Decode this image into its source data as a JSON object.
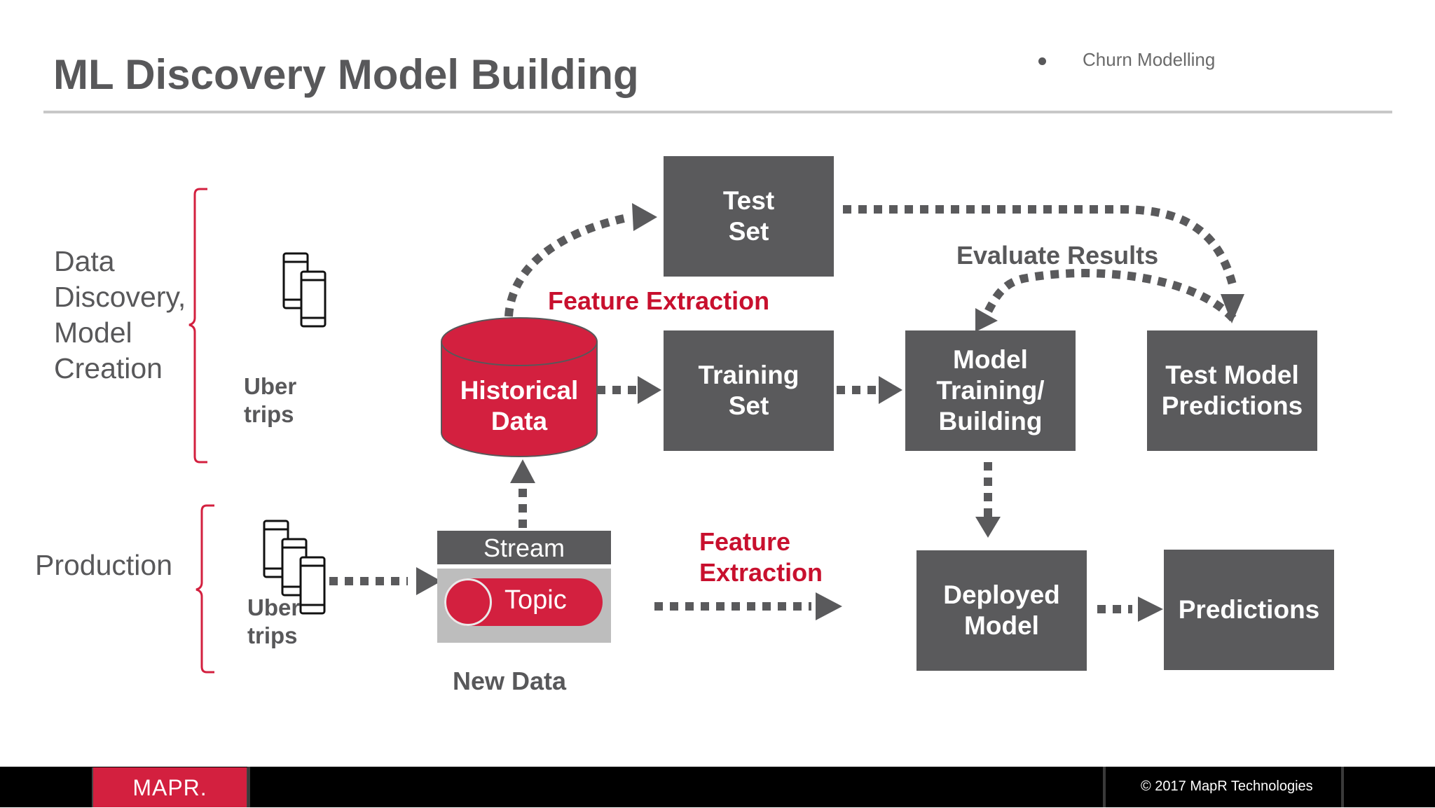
{
  "slide": {
    "title": "ML Discovery Model Building",
    "bullet": "Churn Modelling"
  },
  "groups": {
    "discovery": "Data\nDiscovery,\nModel\nCreation",
    "production": "Production"
  },
  "phones": {
    "top_label": "Uber\ntrips",
    "bottom_label": "Uber\ntrips"
  },
  "nodes": {
    "historical_data": "Historical\nData",
    "test_set": "Test\nSet",
    "training_set": "Training\nSet",
    "model_training": "Model\nTraining/\nBuilding",
    "test_model_predictions": "Test Model\nPredictions",
    "deployed_model": "Deployed\nModel",
    "predictions": "Predictions",
    "stream": "Stream",
    "topic": "Topic",
    "new_data": "New Data"
  },
  "labels": {
    "feature_extraction_top": "Feature Extraction",
    "feature_extraction_bottom": "Feature\nExtraction",
    "evaluate_results": "Evaluate Results"
  },
  "colors": {
    "box_gray": "#5a5a5c",
    "brand_red": "#d3203f",
    "text_gray": "#58585a",
    "arrow_gray": "#5a5a5c"
  },
  "footer": {
    "logo": "MAPR.",
    "copyright": "© 2017 MapR Technologies"
  }
}
